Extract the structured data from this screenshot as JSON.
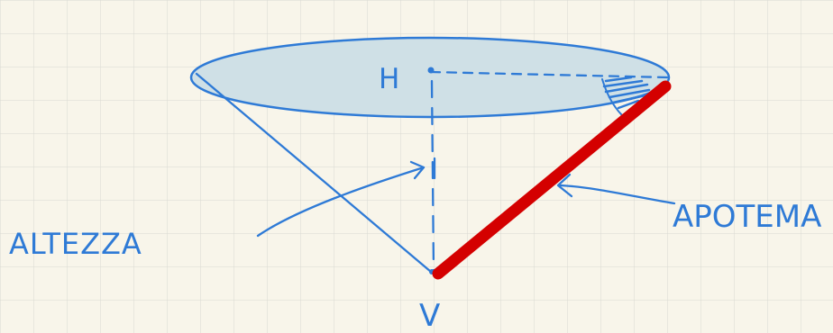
{
  "labels": {
    "vertex_top": "H",
    "vertex_bottom": "V",
    "height_label": "ALTEZZA",
    "slant_label": "APOTEMA"
  },
  "colors": {
    "paper": "#f8f5ea",
    "grid": "#d9d9d2",
    "ink": "#2e7ad6",
    "base_fill": "#cfe0e6",
    "apothem": "#d40000"
  },
  "icons": {
    "arrow": "arrow-icon"
  }
}
